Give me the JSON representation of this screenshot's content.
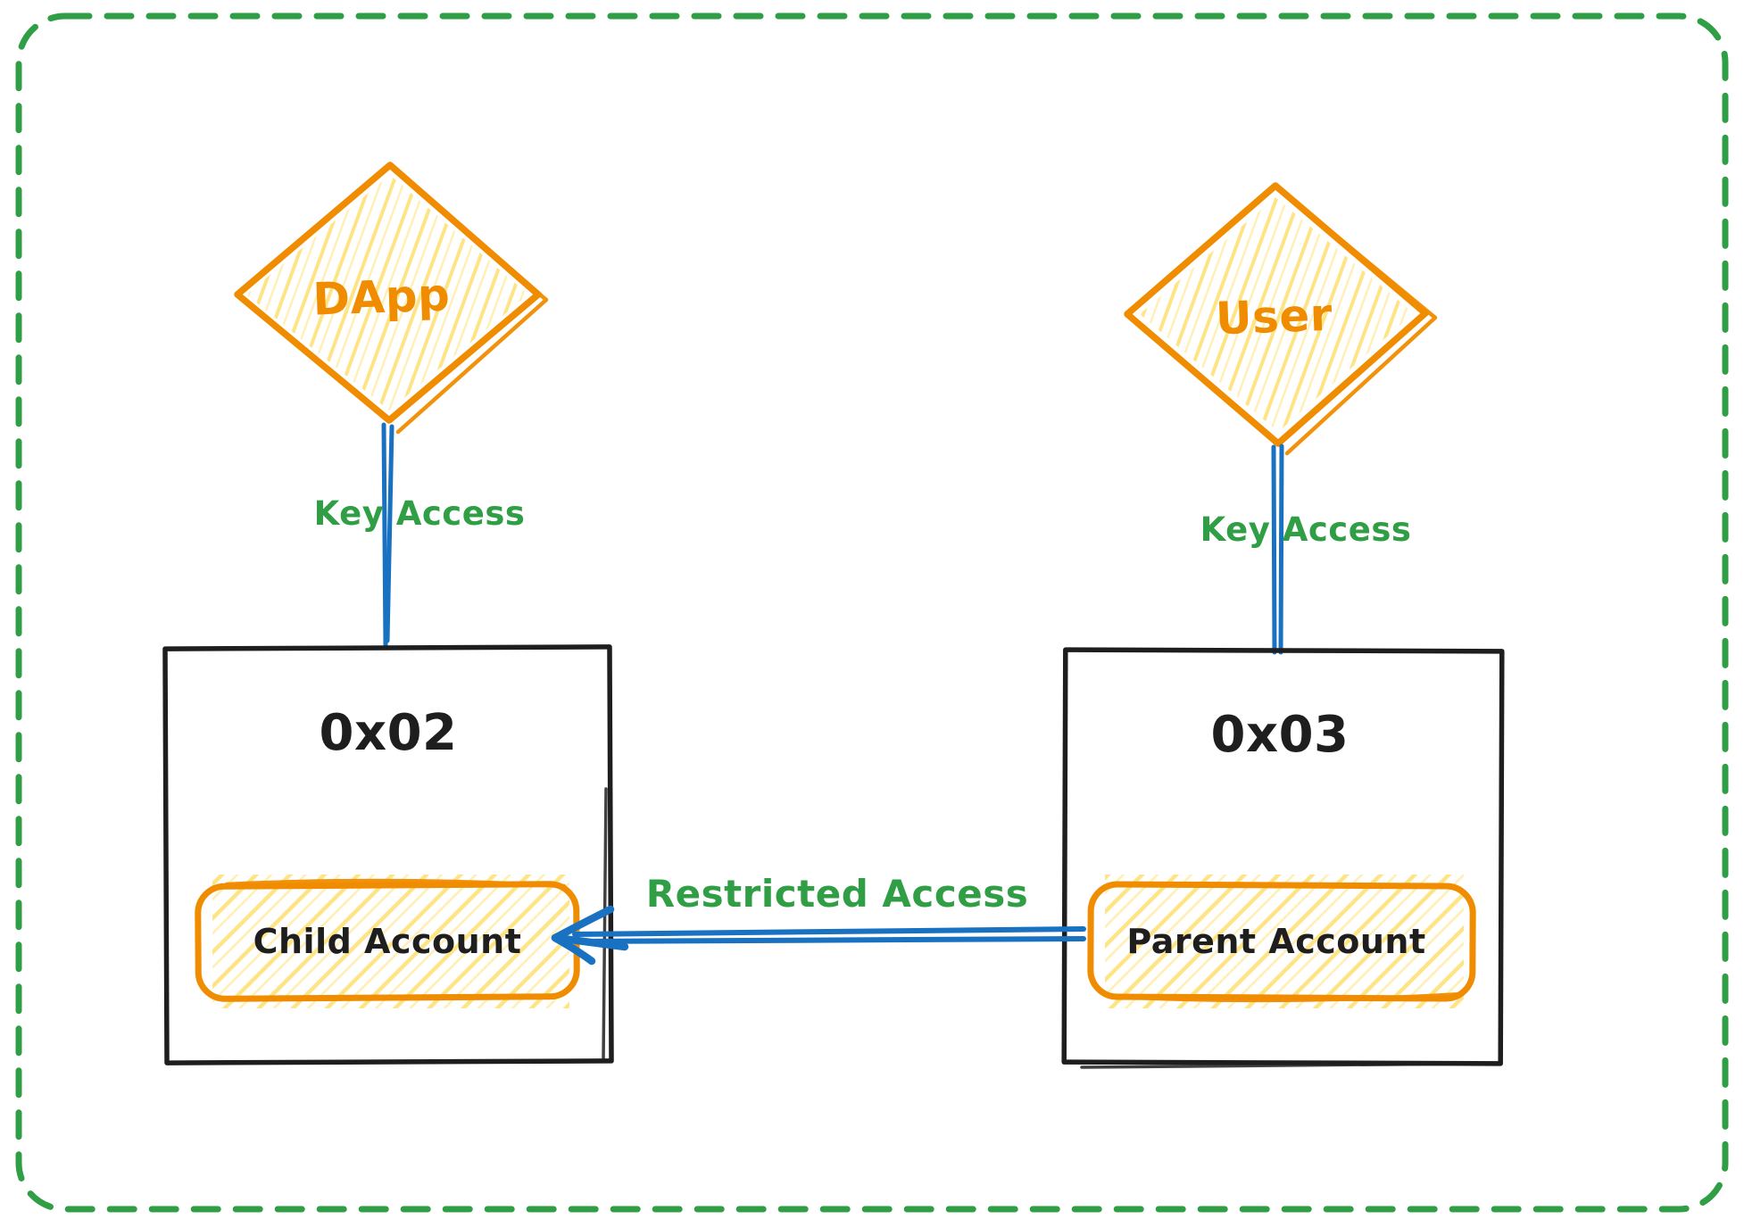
{
  "colors": {
    "orange": "#f08c00",
    "yellow": "#ffd43b",
    "green": "#2f9e44",
    "blue": "#1971c2",
    "ink": "#1e1e1e",
    "background": "#ffffff"
  },
  "nodes": {
    "dapp": {
      "label": "DApp",
      "shape": "diamond"
    },
    "user": {
      "label": "User",
      "shape": "diamond"
    },
    "left_box": {
      "address": "0x02",
      "account": "Child Account"
    },
    "right_box": {
      "address": "0x03",
      "account": "Parent Account"
    }
  },
  "edges": {
    "dapp_to_left": {
      "label": "Key Access"
    },
    "user_to_right": {
      "label": "Key Access"
    },
    "right_to_left": {
      "label": "Restricted Access"
    }
  }
}
